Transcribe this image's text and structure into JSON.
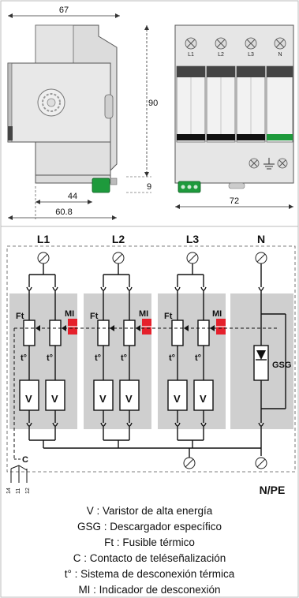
{
  "dimensions": {
    "width_top": "67",
    "height_right": "90",
    "clip_height": "9",
    "width_44": "44",
    "width_608": "60.8",
    "front_width": "72"
  },
  "front_terminals": [
    "L1",
    "L2",
    "L3",
    "N"
  ],
  "schematic": {
    "phases": [
      "L1",
      "L2",
      "L3",
      "N"
    ],
    "ft": "Ft",
    "mi": "MI",
    "to": "t°",
    "v": "V",
    "gsg": "GSG",
    "c": "C",
    "contacts": [
      "14",
      "11",
      "12"
    ],
    "npe": "N/PE"
  },
  "legend": [
    "V : Varistor de alta energía",
    "GSG : Descargador específico",
    "Ft : Fusible térmico",
    "C : Contacto de teléseñalización",
    "t° : Sistema de desconexión térmica",
    "MI : Indicador de desconexión"
  ],
  "colors": {
    "green_clip": "#1e9a3c",
    "red_indicator": "#e5202b",
    "module_gray": "#d6d6d6",
    "gray_block": "#cfcfcf"
  }
}
